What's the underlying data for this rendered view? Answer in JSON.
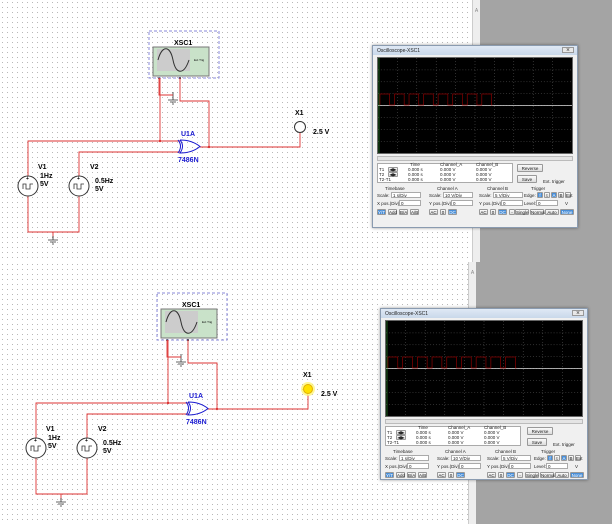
{
  "panels": [
    {
      "circuit": {
        "scope_label": "XSC1",
        "scope_ext_trig": "Ext Trig",
        "scope_pin_a": "A",
        "scope_pin_b": "B",
        "gate_ref": "U1A",
        "gate_part": "7486N",
        "probe_ref": "X1",
        "probe_value": "2.5 V",
        "probe_lit": false,
        "v1": {
          "ref": "V1",
          "freq": "1Hz",
          "amp": "5V"
        },
        "v2": {
          "ref": "V2",
          "freq": "0.5Hz",
          "amp": "5V"
        }
      },
      "scope": {
        "title": "Oscilloscope-XSC1",
        "close": "⨯",
        "trace_color": "#8b0000",
        "readout": {
          "headers": [
            "Time",
            "Channel_A",
            "Channel_B"
          ],
          "rows": [
            {
              "label": "T1",
              "time": "0.000 s",
              "a": "0.000 V",
              "b": "0.000 V"
            },
            {
              "label": "T2",
              "time": "0.000 s",
              "a": "0.000 V",
              "b": "0.000 V"
            },
            {
              "label": "T2-T1",
              "time": "0.000 s",
              "a": "0.000 V",
              "b": "0.000 V"
            }
          ]
        },
        "reverse": "Reverse",
        "save": "Save",
        "ext_trigger": "Ext. trigger",
        "timebase": {
          "title": "Timebase",
          "scale_label": "Scale:",
          "scale": "1 s/Div",
          "pos_label": "X pos.(Div):",
          "pos": "0",
          "modes": [
            "Y/T",
            "Add",
            "B/A",
            "A/B"
          ]
        },
        "channel_a": {
          "title": "Channel A",
          "scale_label": "Scale:",
          "scale": "10 V/Div",
          "pos_label": "Y pos.(Div):",
          "pos": "0",
          "coupling": [
            "AC",
            "0",
            "DC"
          ]
        },
        "channel_b": {
          "title": "Channel B",
          "scale_label": "Scale:",
          "scale": "5 V/Div",
          "pos_label": "Y pos.(Div):",
          "pos": "0",
          "coupling": [
            "AC",
            "0",
            "DC",
            "-"
          ]
        },
        "trigger": {
          "title": "Trigger",
          "edge_label": "Edge:",
          "edge": [
            "f",
            "t",
            "A",
            "B",
            "Ext"
          ],
          "level_label": "Level:",
          "level": "0",
          "level_unit": "V",
          "modes": [
            "Single",
            "Normal",
            "Auto",
            "None"
          ]
        }
      }
    },
    {
      "circuit": {
        "scope_label": "XSC1",
        "scope_ext_trig": "Ext Trig",
        "scope_pin_a": "A",
        "scope_pin_b": "B",
        "gate_ref": "U1A",
        "gate_part": "7486N",
        "probe_ref": "X1",
        "probe_value": "2.5 V",
        "probe_lit": true,
        "v1": {
          "ref": "V1",
          "freq": "1Hz",
          "amp": "5V"
        },
        "v2": {
          "ref": "V2",
          "freq": "0.5Hz",
          "amp": "5V"
        }
      },
      "scope": {
        "title": "Oscilloscope-XSC1",
        "close": "⨯",
        "trace_color": "#8b0000",
        "readout": {
          "headers": [
            "Time",
            "Channel_A",
            "Channel_B"
          ],
          "rows": [
            {
              "label": "T1",
              "time": "0.000 s",
              "a": "0.000 V",
              "b": "0.000 V"
            },
            {
              "label": "T2",
              "time": "0.000 s",
              "a": "0.000 V",
              "b": "0.000 V"
            },
            {
              "label": "T2-T1",
              "time": "0.000 s",
              "a": "0.000 V",
              "b": "0.000 V"
            }
          ]
        },
        "reverse": "Reverse",
        "save": "Save",
        "ext_trigger": "Ext. trigger",
        "timebase": {
          "title": "Timebase",
          "scale_label": "Scale:",
          "scale": "1 s/Div",
          "pos_label": "X pos.(Div):",
          "pos": "0",
          "modes": [
            "Y/T",
            "Add",
            "B/A",
            "A/B"
          ]
        },
        "channel_a": {
          "title": "Channel A",
          "scale_label": "Scale:",
          "scale": "10 V/Div",
          "pos_label": "Y pos.(Div):",
          "pos": "0",
          "coupling": [
            "AC",
            "0",
            "DC"
          ]
        },
        "channel_b": {
          "title": "Channel B",
          "scale_label": "Scale:",
          "scale": "5 V/Div",
          "pos_label": "Y pos.(Div):",
          "pos": "0",
          "coupling": [
            "AC",
            "0",
            "DC",
            "-"
          ]
        },
        "trigger": {
          "title": "Trigger",
          "edge_label": "Edge:",
          "edge": [
            "f",
            "t",
            "A",
            "B",
            "Ext"
          ],
          "level_label": "Level:",
          "level": "0",
          "level_unit": "V",
          "modes": [
            "Single",
            "Normal",
            "Auto",
            "None"
          ]
        }
      }
    }
  ]
}
